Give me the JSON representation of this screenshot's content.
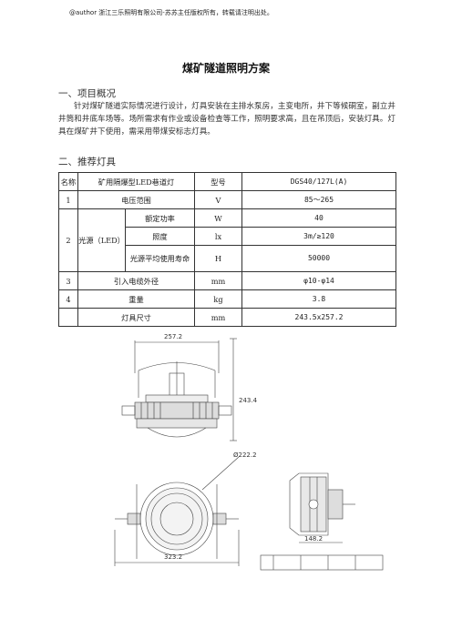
{
  "header": "@author 浙江三乐照明有限公司-苏苏主任版权所有，转载请注明出处。",
  "title": "煤矿隧道照明方案",
  "section1": {
    "heading": "一、项目概况",
    "text": "针对煤矿隧道实际情况进行设计，灯具安装在主排水泵房，主变电所，井下等候硐室，副立井井筒和井底车场等。场所需求有作业或设备检查等工作，照明要求高，且在吊顶后，安装灯具。灯具在煤矿井下使用，需采用带煤安标志灯具。"
  },
  "section2": {
    "heading": "二、推荐灯具"
  },
  "table": {
    "h_name": "名称",
    "h_product": "矿用隔爆型LED巷道灯",
    "h_model_label": "型号",
    "h_model": "DGS40/127L(A)",
    "r1_no": "1",
    "r1_item": "电压范围",
    "r1_unit": "V",
    "r1_val": "85～265",
    "r2_no": "2",
    "r2_group": "光源（LED）",
    "r2a_item": "额定功率",
    "r2a_unit": "W",
    "r2a_val": "40",
    "r2b_item": "照度",
    "r2b_unit": "lx",
    "r2b_val": "3m/≥120",
    "r2c_item": "光源平均使用寿命",
    "r2c_unit": "H",
    "r2c_val": "50000",
    "r3_no": "3",
    "r3_item": "引入电缆外径",
    "r3_unit": "mm",
    "r3_val": "φ10-φ14",
    "r4_no": "4",
    "r4_item": "重量",
    "r4_unit": "kg",
    "r4_val": "3.8",
    "r5_item": "灯具尺寸",
    "r5_unit": "mm",
    "r5_val": "243.5x257.2"
  },
  "dims": {
    "width_top": "257.2",
    "height": "243.4",
    "diameter": "Ø222.2",
    "width_bottom": "323.2",
    "side_width": "148.2"
  }
}
